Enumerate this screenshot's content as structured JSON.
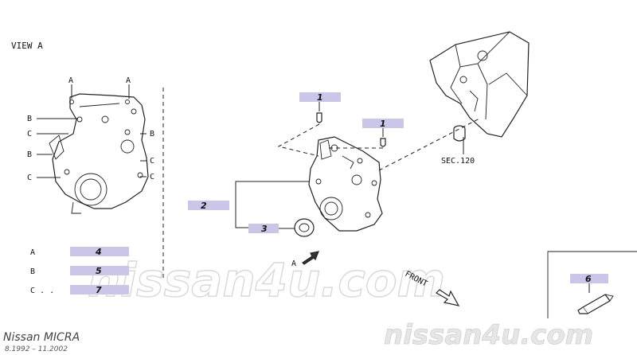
{
  "view_title": "VIEW A",
  "view_letters": {
    "a_left": "A",
    "a_right": "A",
    "b1": "B",
    "c1": "C",
    "b2": "B",
    "c2": "C",
    "b_right": "B",
    "c_right1": "C",
    "c_right2": "C"
  },
  "callouts": {
    "part1_upper": "1",
    "part1_lower": "1",
    "part2": "2",
    "part3": "3",
    "part6": "6"
  },
  "sec_label": "SEC.120",
  "view_arrow_label": "A",
  "front_label": "FRONT",
  "legend": [
    {
      "letter": "A",
      "part": "4"
    },
    {
      "letter": "B",
      "part": "5"
    },
    {
      "letter": "C . .",
      "part": "7"
    }
  ],
  "footer": {
    "model": "Nissan  MICRA",
    "years": "8.1992 – 11.2002"
  },
  "watermark": {
    "large": "nissan4u.com",
    "small": "nissan4u.com"
  },
  "colors": {
    "callout_box": "#c9c6e8",
    "line": "#222222",
    "watermark": "#d8d8d8"
  }
}
